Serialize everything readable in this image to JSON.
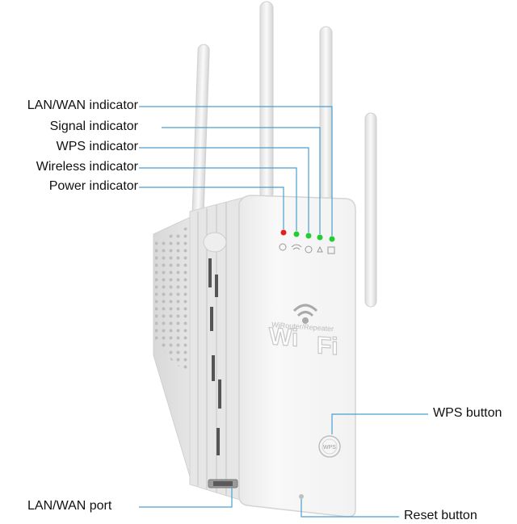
{
  "callouts": {
    "lan_wan_indicator": "LAN/WAN indicator",
    "signal_indicator": "Signal indicator",
    "wps_indicator": "WPS indicator",
    "wireless_indicator": "Wireless indicator",
    "power_indicator": "Power indicator",
    "wps_button": "WPS button",
    "lan_wan_port": "LAN/WAN port",
    "reset_button": "Reset button"
  },
  "device_logo": {
    "wordmark": "Wi-Fi",
    "subtitle": "WiRouter/Repeater",
    "button_mark": "WPS"
  },
  "colors": {
    "leader_line": "#4a9fd0",
    "led_power": "#e02020",
    "led_active": "#22cc33",
    "device_body": "#f4f4f4"
  }
}
